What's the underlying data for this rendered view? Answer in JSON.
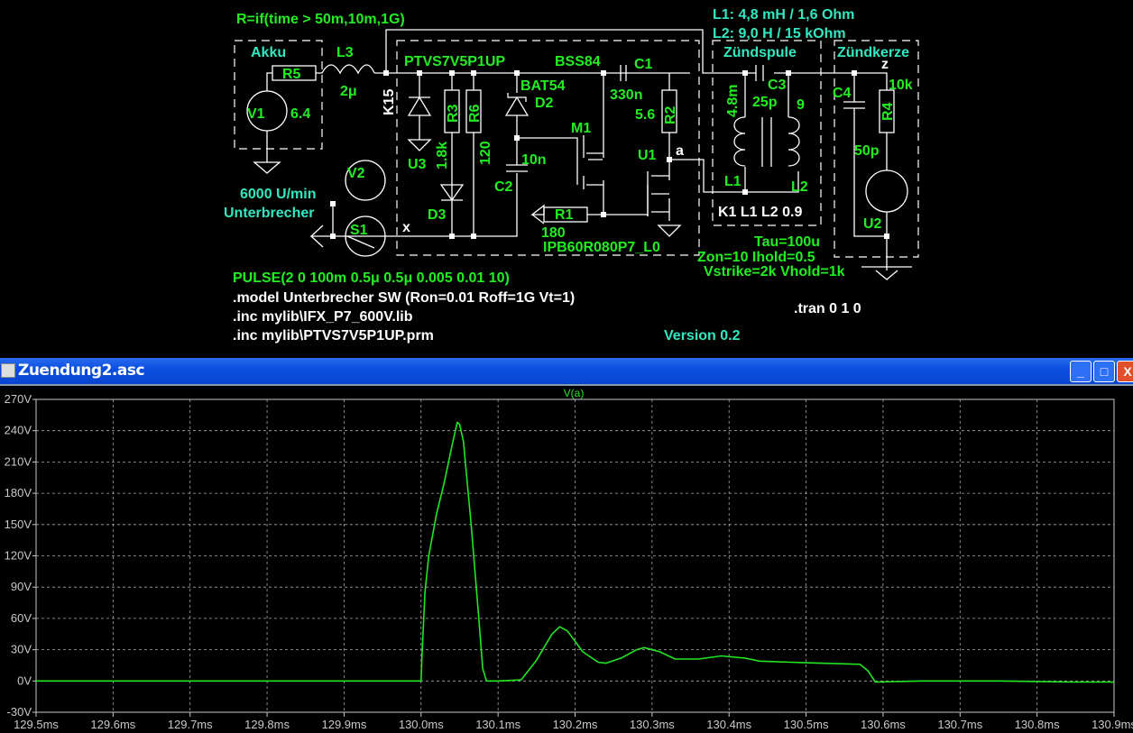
{
  "schematic": {
    "annotations": {
      "switch_resistance": "R=if(time > 50m,10m,1G)",
      "coil_l1": "L1: 4,8 mH / 1,6 Ohm",
      "coil_l2": "L2: 9,0 H / 15 kOhm",
      "pulse": "PULSE(2 0 100m 0.5μ 0.5μ 0.005 0.01 10)",
      "model": ".model Unterbrecher SW (Ron=0.01 Roff=1G Vt=1)",
      "inc1": ".inc mylib\\IFX_P7_600V.lib",
      "inc2": ".inc mylib\\PTVS7V5P1UP.prm",
      "tran": ".tran 0 1 0",
      "version": "Version 0.2",
      "tau": "Tau=100u",
      "zon": "Zon=10 Ihold=0.5",
      "vstrike": "Vstrike=2k Vhold=1k",
      "coupling": "K1 L1 L2 0.9"
    },
    "groups": {
      "akku": "Akku",
      "zuendspule": "Zündspule",
      "zuendkerze": "Zündkerze",
      "rpm": "6000 U/min",
      "unterbrecher": "Unterbrecher"
    },
    "nets": {
      "k15": "K15",
      "x": "x",
      "a": "a",
      "z": "z"
    },
    "components": {
      "R5": "R5",
      "L3": "L3",
      "L3_val": "2μ",
      "V1": "V1",
      "V1_val": "6.4",
      "U3_model": "PTVS7V5P1UP",
      "U3": "U3",
      "R3": "R3",
      "R3_val": "1.8k",
      "R6": "R6",
      "R6_val": "120",
      "D3": "D3",
      "D2": "D2",
      "D2_model": "BAT54",
      "C2": "C2",
      "C2_val": "10n",
      "M1": "M1",
      "M1_model": "BSS84",
      "C1": "C1",
      "C1_val": "330n",
      "R2": "R2",
      "R2_val": "5.6",
      "U1": "U1",
      "U1_model": "IPB60R080P7_L0",
      "R1": "R1",
      "R1_val": "180",
      "V2": "V2",
      "S1": "S1",
      "L1": "L1",
      "L1_val": "4.8m",
      "L2": "L2",
      "L2_val": "9",
      "C3": "C3",
      "C3_val": "25p",
      "C4": "C4",
      "C4_val": "50p",
      "R4": "R4",
      "R4_val": "10k",
      "U2": "U2"
    }
  },
  "window": {
    "title": "Zuendung2.asc",
    "minimize": "_",
    "maximize": "□",
    "close": "X"
  },
  "chart_data": {
    "type": "line",
    "title": "V(a)",
    "xlabel": "",
    "ylabel": "",
    "xlim": [
      129.5,
      130.9
    ],
    "ylim": [
      -30,
      270
    ],
    "grid": true,
    "x_ticks": [
      "129.5ms",
      "129.6ms",
      "129.7ms",
      "129.8ms",
      "129.9ms",
      "130.0ms",
      "130.1ms",
      "130.2ms",
      "130.3ms",
      "130.4ms",
      "130.5ms",
      "130.6ms",
      "130.7ms",
      "130.8ms",
      "130.9ms"
    ],
    "y_ticks": [
      "-30V",
      "0V",
      "30V",
      "60V",
      "90V",
      "120V",
      "150V",
      "180V",
      "210V",
      "240V",
      "270V"
    ],
    "series": [
      {
        "name": "V(a)",
        "color": "#22e622",
        "x": [
          129.5,
          130.0,
          130.001,
          130.005,
          130.01,
          130.02,
          130.03,
          130.04,
          130.047,
          130.05,
          130.055,
          130.065,
          130.075,
          130.08,
          130.085,
          130.1,
          130.13,
          130.15,
          130.17,
          130.18,
          130.19,
          130.21,
          130.23,
          130.24,
          130.26,
          130.28,
          130.29,
          130.31,
          130.33,
          130.36,
          130.39,
          130.42,
          130.44,
          130.48,
          130.52,
          130.57,
          130.58,
          130.59,
          130.65,
          130.75,
          130.85,
          130.9
        ],
        "y": [
          0,
          0,
          20,
          85,
          120,
          160,
          190,
          225,
          248,
          246,
          230,
          150,
          60,
          12,
          0,
          0,
          1,
          20,
          45,
          52,
          48,
          28,
          18,
          17,
          22,
          30,
          32,
          28,
          21,
          21,
          24,
          22,
          19,
          18,
          17,
          16,
          10,
          -1,
          0,
          0,
          -1,
          -1
        ]
      }
    ]
  }
}
